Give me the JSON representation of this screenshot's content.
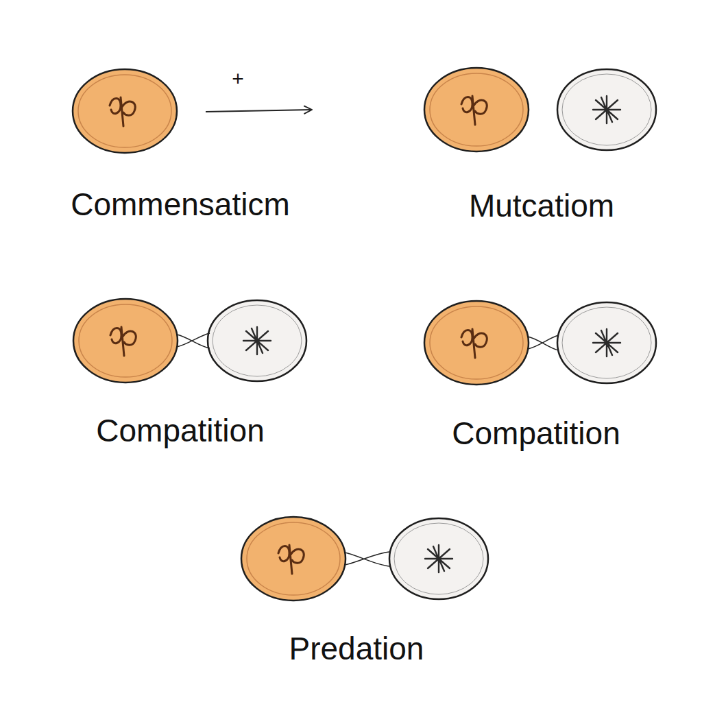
{
  "diagram": {
    "labels": [
      "+",
      "Commensaticm",
      "Mutcatiom",
      "Compatition",
      "Compatition",
      "Predation"
    ]
  }
}
